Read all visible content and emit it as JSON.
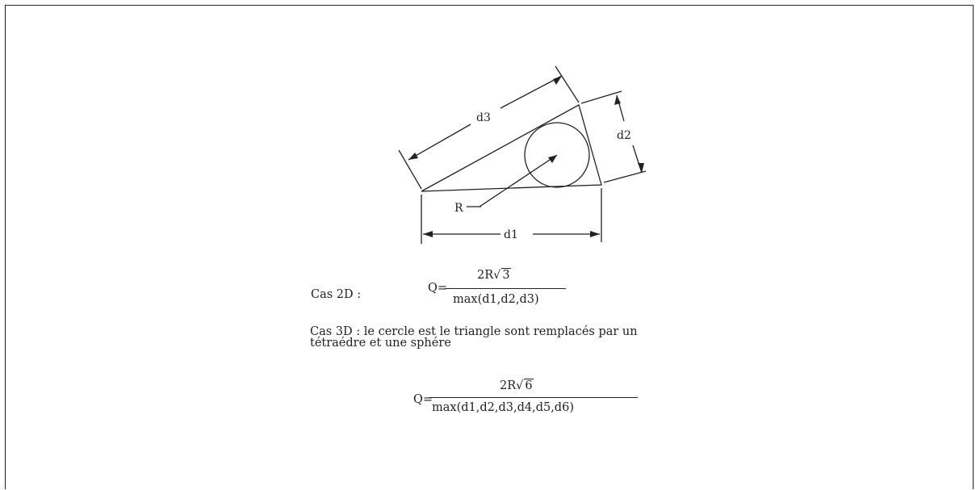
{
  "diagram": {
    "labels": {
      "d1": "d1",
      "d2": "d2",
      "d3": "d3",
      "r": "R"
    }
  },
  "case2d": {
    "label": "Cas  2D  :",
    "q_prefix": "Q=",
    "numerator": "2R",
    "radicand": "3",
    "denominator": "max(d1,d2,d3)"
  },
  "case3d": {
    "line1": "Cas 3D : le cercle est le triangle sont remplacés par un",
    "line2": "tétraédre et une sphére",
    "q_prefix": "Q=",
    "numerator": "2R",
    "radicand": "6",
    "denominator": "max(d1,d2,d3,d4,d5,d6)"
  },
  "colors": {
    "ink": "#222222",
    "background": "#ffffff"
  }
}
